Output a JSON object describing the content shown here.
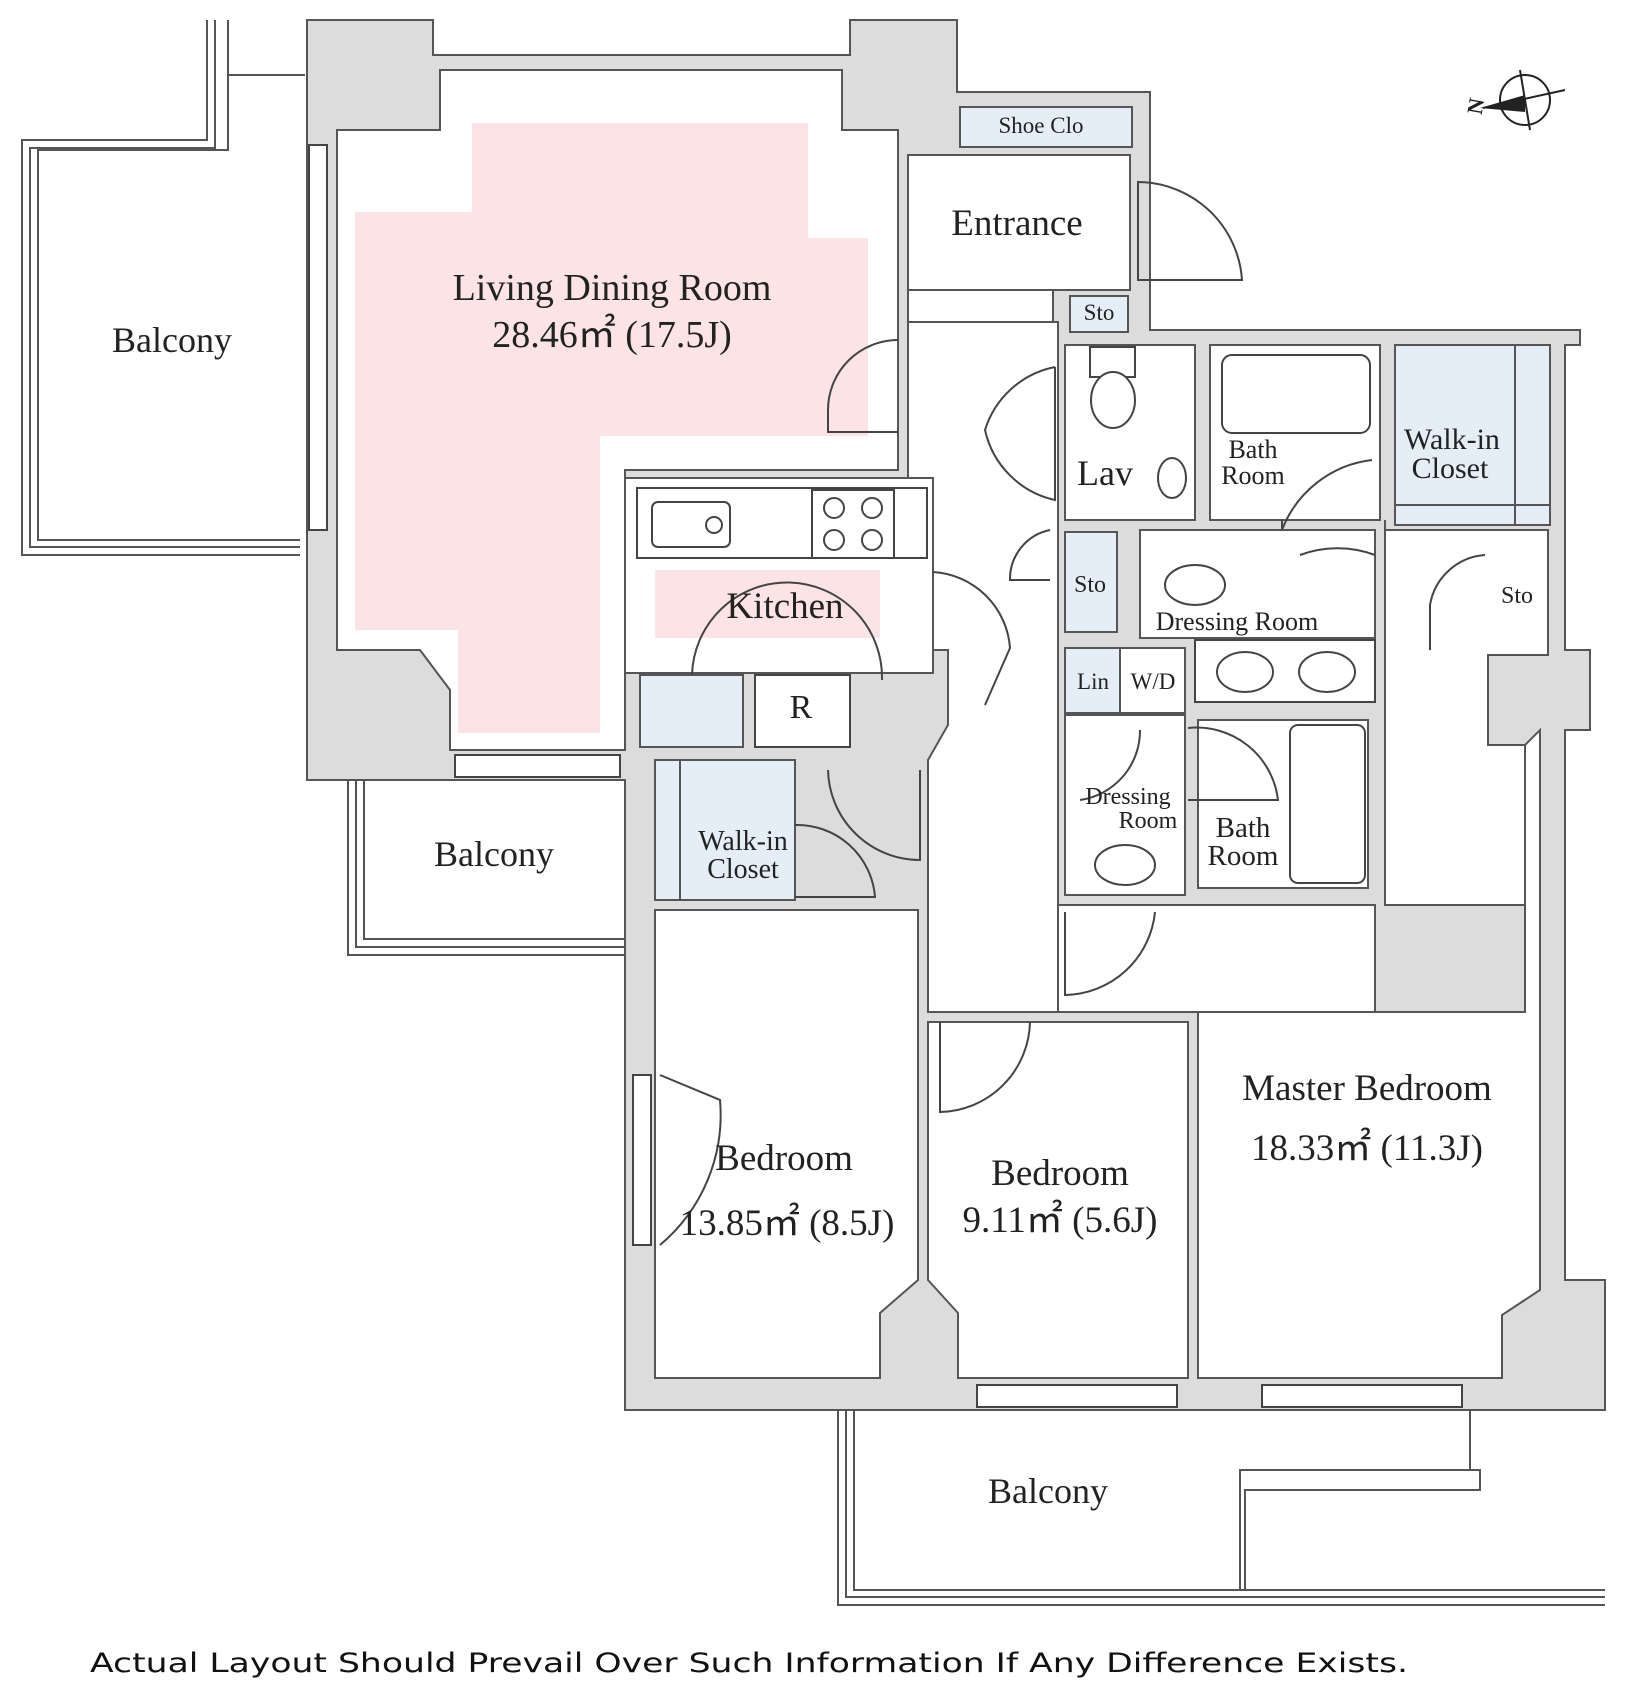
{
  "rooms": {
    "ldr": {
      "name": "Living Dining Room",
      "area": "28.46㎡ (17.5J)"
    },
    "kitchen": "Kitchen",
    "fridge": "R",
    "entrance": "Entrance",
    "shoe_closet": "Shoe Clo",
    "sto_entrance": "Sto",
    "sto_hall": "Sto",
    "sto_right": "Sto",
    "lav": "Lav",
    "bath_top": [
      "Bath",
      "Room"
    ],
    "walkin_top": [
      "Walk-in",
      "Closet"
    ],
    "dressing_top": "Dressing Room",
    "lin": "Lin",
    "wd": "W/D",
    "dressing_small": [
      "Dressing",
      "Room"
    ],
    "bath_small": [
      "Bath",
      "Room"
    ],
    "walkin_mid": [
      "Walk-in",
      "Closet"
    ],
    "bedroom1": {
      "name": "Bedroom",
      "area": "13.85㎡ (8.5J)"
    },
    "bedroom2": {
      "name": "Bedroom",
      "area": "9.11㎡ (5.6J)"
    },
    "master": {
      "name": "Master Bedroom",
      "area": "18.33㎡ (11.3J)"
    },
    "balcony_left": "Balcony",
    "balcony_mid": "Balcony",
    "balcony_bottom": "Balcony"
  },
  "compass": {
    "label": "N"
  },
  "disclaimer": "Actual Layout Should Prevail Over Such Information If Any Difference Exists.",
  "colors": {
    "ldr_highlight": "#fbe3e6",
    "closet_fill": "#e5eef6",
    "wall_fill": "#dcdcdc"
  }
}
